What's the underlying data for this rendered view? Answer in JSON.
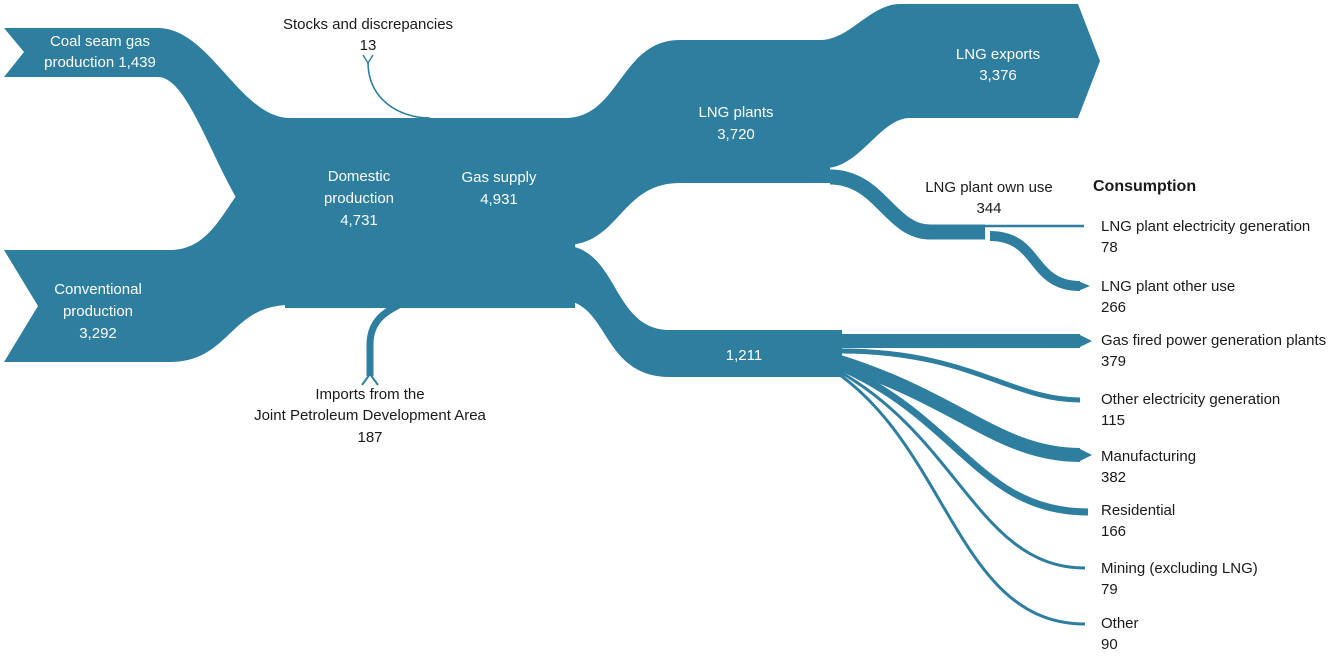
{
  "colors": {
    "flow": "#2e7ea0",
    "on_flow_text": "#ffffff",
    "text": "#1a1a1a"
  },
  "heading": "Consumption",
  "sources": {
    "coal_seam": {
      "line1": "Coal seam gas",
      "line2": "production 1,439",
      "value": 1439
    },
    "conventional": {
      "line1": "Conventional",
      "line2": "production",
      "value_label": "3,292",
      "value": 3292
    },
    "stocks": {
      "line1": "Stocks and discrepancies",
      "value_label": "13",
      "value": 13
    },
    "imports": {
      "line1": "Imports from the",
      "line2": "Joint Petroleum Development Area",
      "value_label": "187",
      "value": 187
    }
  },
  "nodes": {
    "domestic": {
      "line1": "Domestic",
      "line2": "production",
      "value_label": "4,731",
      "value": 4731
    },
    "gas_supply": {
      "line1": "Gas supply",
      "value_label": "4,931",
      "value": 4931
    },
    "lng_plants": {
      "line1": "LNG plants",
      "value_label": "3,720",
      "value": 3720
    },
    "lng_exports": {
      "line1": "LNG exports",
      "value_label": "3,376",
      "value": 3376
    },
    "lng_own_use": {
      "line1": "LNG plant own use",
      "value_label": "344",
      "value": 344
    },
    "domestic_consumption": {
      "value_label": "1,211",
      "value": 1211
    }
  },
  "consumption": [
    {
      "label": "LNG plant electricity generation",
      "value_label": "78",
      "value": 78
    },
    {
      "label": "LNG plant other use",
      "value_label": "266",
      "value": 266
    },
    {
      "label": "Gas fired power generation plants",
      "value_label": "379",
      "value": 379
    },
    {
      "label": "Other electricity generation",
      "value_label": "115",
      "value": 115
    },
    {
      "label": "Manufacturing",
      "value_label": "382",
      "value": 382
    },
    {
      "label": "Residential",
      "value_label": "166",
      "value": 166
    },
    {
      "label": "Mining (excluding LNG)",
      "value_label": "79",
      "value": 79
    },
    {
      "label": "Other",
      "value_label": "90",
      "value": 90
    }
  ]
}
